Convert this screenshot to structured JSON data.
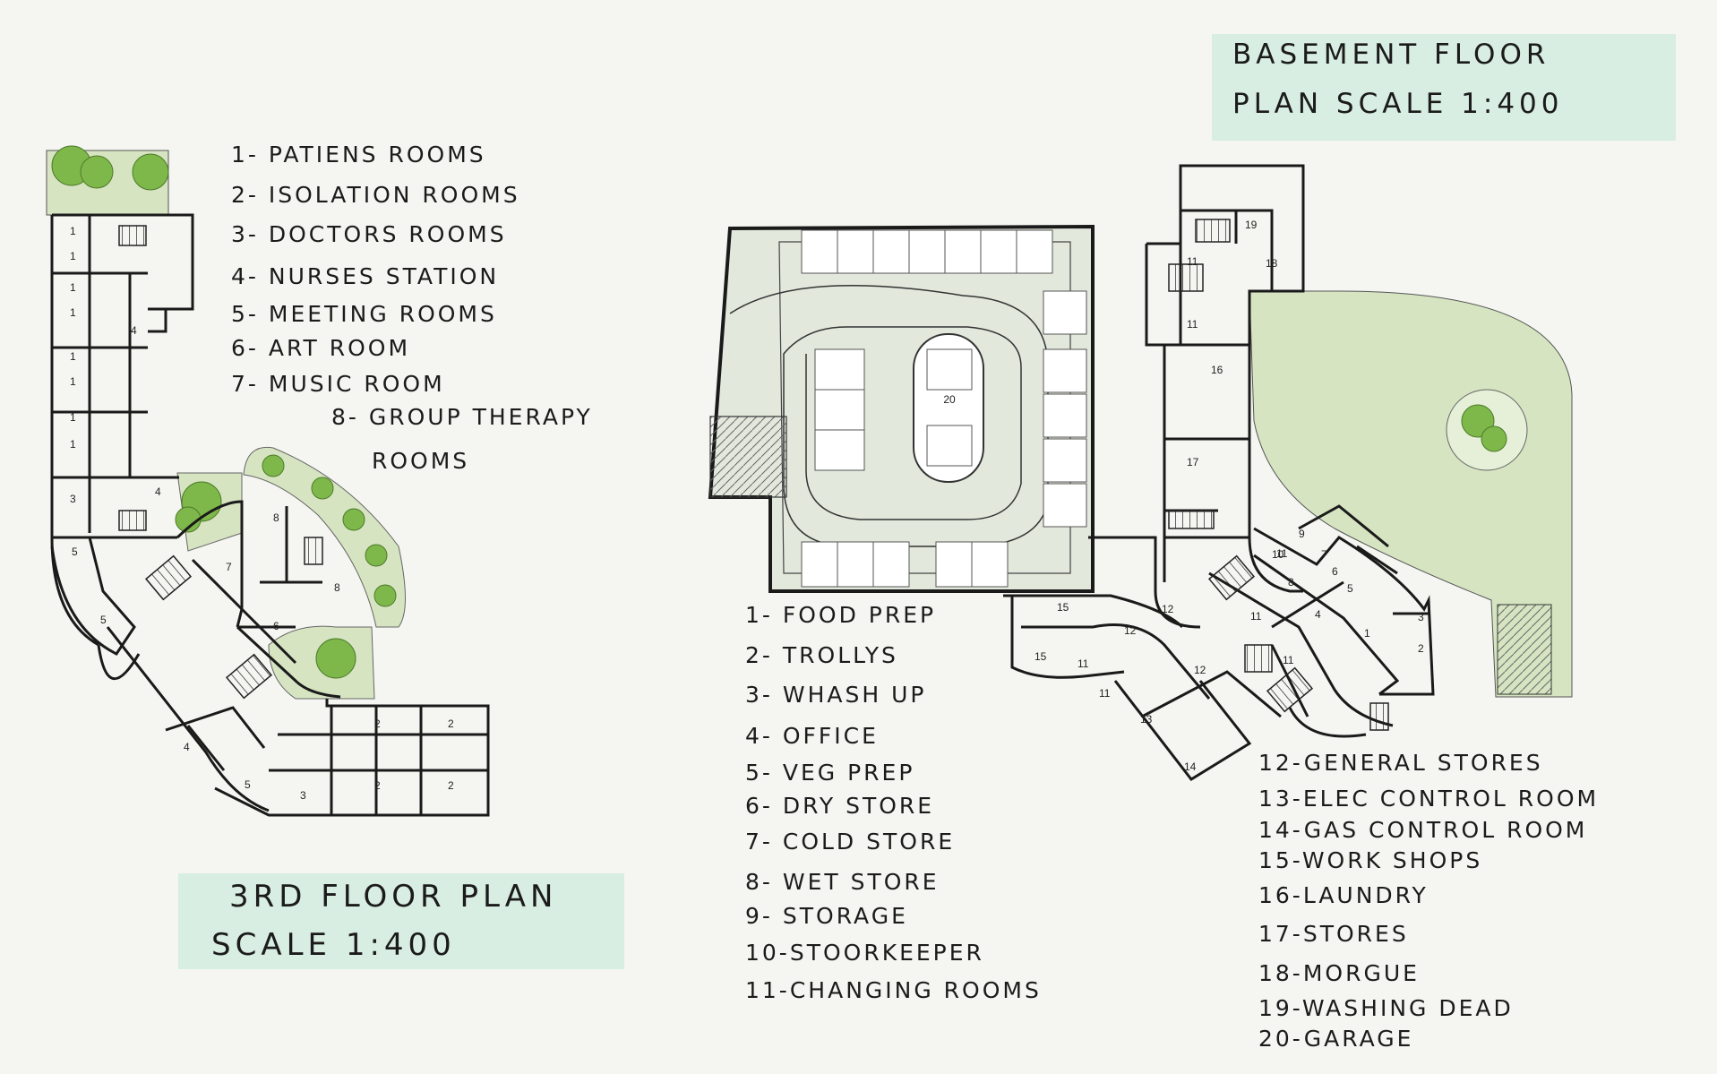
{
  "third_floor": {
    "title_line1": "3RD FLOOR PLAN",
    "title_line2": "SCALE 1:400",
    "legend": [
      "1- PATIENS ROOMS",
      "2- ISOLATION ROOMS",
      "3- DOCTORS ROOMS",
      "4- NURSES STATION",
      "5- MEETING ROOMS",
      "6- ART ROOM",
      "7- MUSIC ROOM",
      "8- GROUP THERAPY",
      "ROOMS"
    ],
    "room_labels": [
      "1",
      "1",
      "1",
      "1",
      "1",
      "1",
      "1",
      "1",
      "4",
      "3",
      "4",
      "5",
      "5",
      "7",
      "8",
      "8",
      "6",
      "4",
      "5",
      "3",
      "2",
      "2",
      "2",
      "2"
    ]
  },
  "basement": {
    "title_line1": "BASEMENT FLOOR",
    "title_line2": "PLAN SCALE 1:400",
    "legend_left": [
      "1- FOOD PREP",
      "2- TROLLYS",
      "3- WHASH UP",
      "4- OFFICE",
      "5- VEG PREP",
      "6- DRY STORE",
      "7- COLD STORE",
      "8- WET STORE",
      "9- STORAGE",
      "10-STOORKEEPER",
      "11-CHANGING ROOMS"
    ],
    "legend_right": [
      "12-GENERAL STORES",
      "13-ELEC CONTROL ROOM",
      "14-GAS CONTROL ROOM",
      "15-WORK SHOPS",
      "16-LAUNDRY",
      "17-STORES",
      "18-MORGUE",
      "19-WASHING DEAD",
      "20-GARAGE"
    ],
    "room_labels": [
      "20",
      "19",
      "18",
      "11",
      "11",
      "16",
      "17",
      "9",
      "10",
      "7",
      "6",
      "8",
      "5",
      "4",
      "1",
      "3",
      "2",
      "15",
      "15",
      "12",
      "12",
      "12",
      "11",
      "11",
      "11",
      "11",
      "11",
      "13",
      "14"
    ]
  },
  "colors": {
    "background": "#f5f6f1",
    "title_box": "#d8eee2",
    "landscape": "#d6e4c2",
    "tree": "#7fb84a",
    "garage_fill": "#e2e8dc",
    "wall": "#1a1a1a"
  }
}
